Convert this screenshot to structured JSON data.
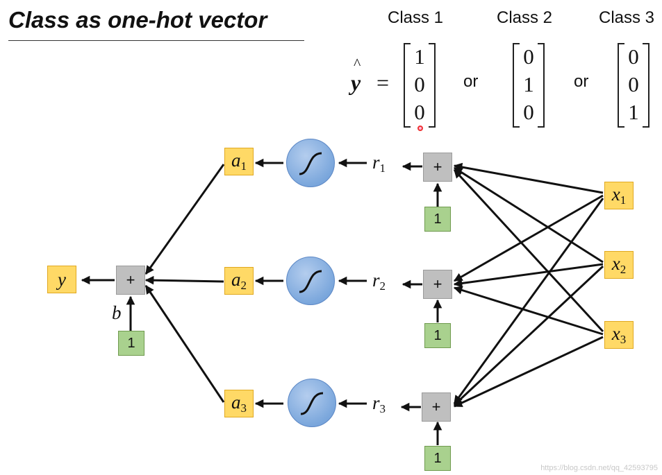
{
  "title": "Class as one-hot vector",
  "classes": [
    {
      "label": "Class 1",
      "vector": [
        "1",
        "0",
        "0"
      ]
    },
    {
      "label": "Class 2",
      "vector": [
        "0",
        "1",
        "0"
      ]
    },
    {
      "label": "Class 3",
      "vector": [
        "0",
        "0",
        "1"
      ]
    }
  ],
  "output_symbol": "y",
  "equals": "=",
  "or_word": "or",
  "inputs": [
    {
      "var": "x",
      "sub": "1"
    },
    {
      "var": "x",
      "sub": "2"
    },
    {
      "var": "x",
      "sub": "3"
    }
  ],
  "pre_activations": [
    {
      "var": "r",
      "sub": "1"
    },
    {
      "var": "r",
      "sub": "2"
    },
    {
      "var": "r",
      "sub": "3"
    }
  ],
  "activations": [
    {
      "var": "a",
      "sub": "1"
    },
    {
      "var": "a",
      "sub": "2"
    },
    {
      "var": "a",
      "sub": "3"
    }
  ],
  "sum_symbol": "+",
  "bias_value": "1",
  "bias_label": "b",
  "output_label": "y",
  "watermark": "https://blog.csdn.net/qq_42593795"
}
